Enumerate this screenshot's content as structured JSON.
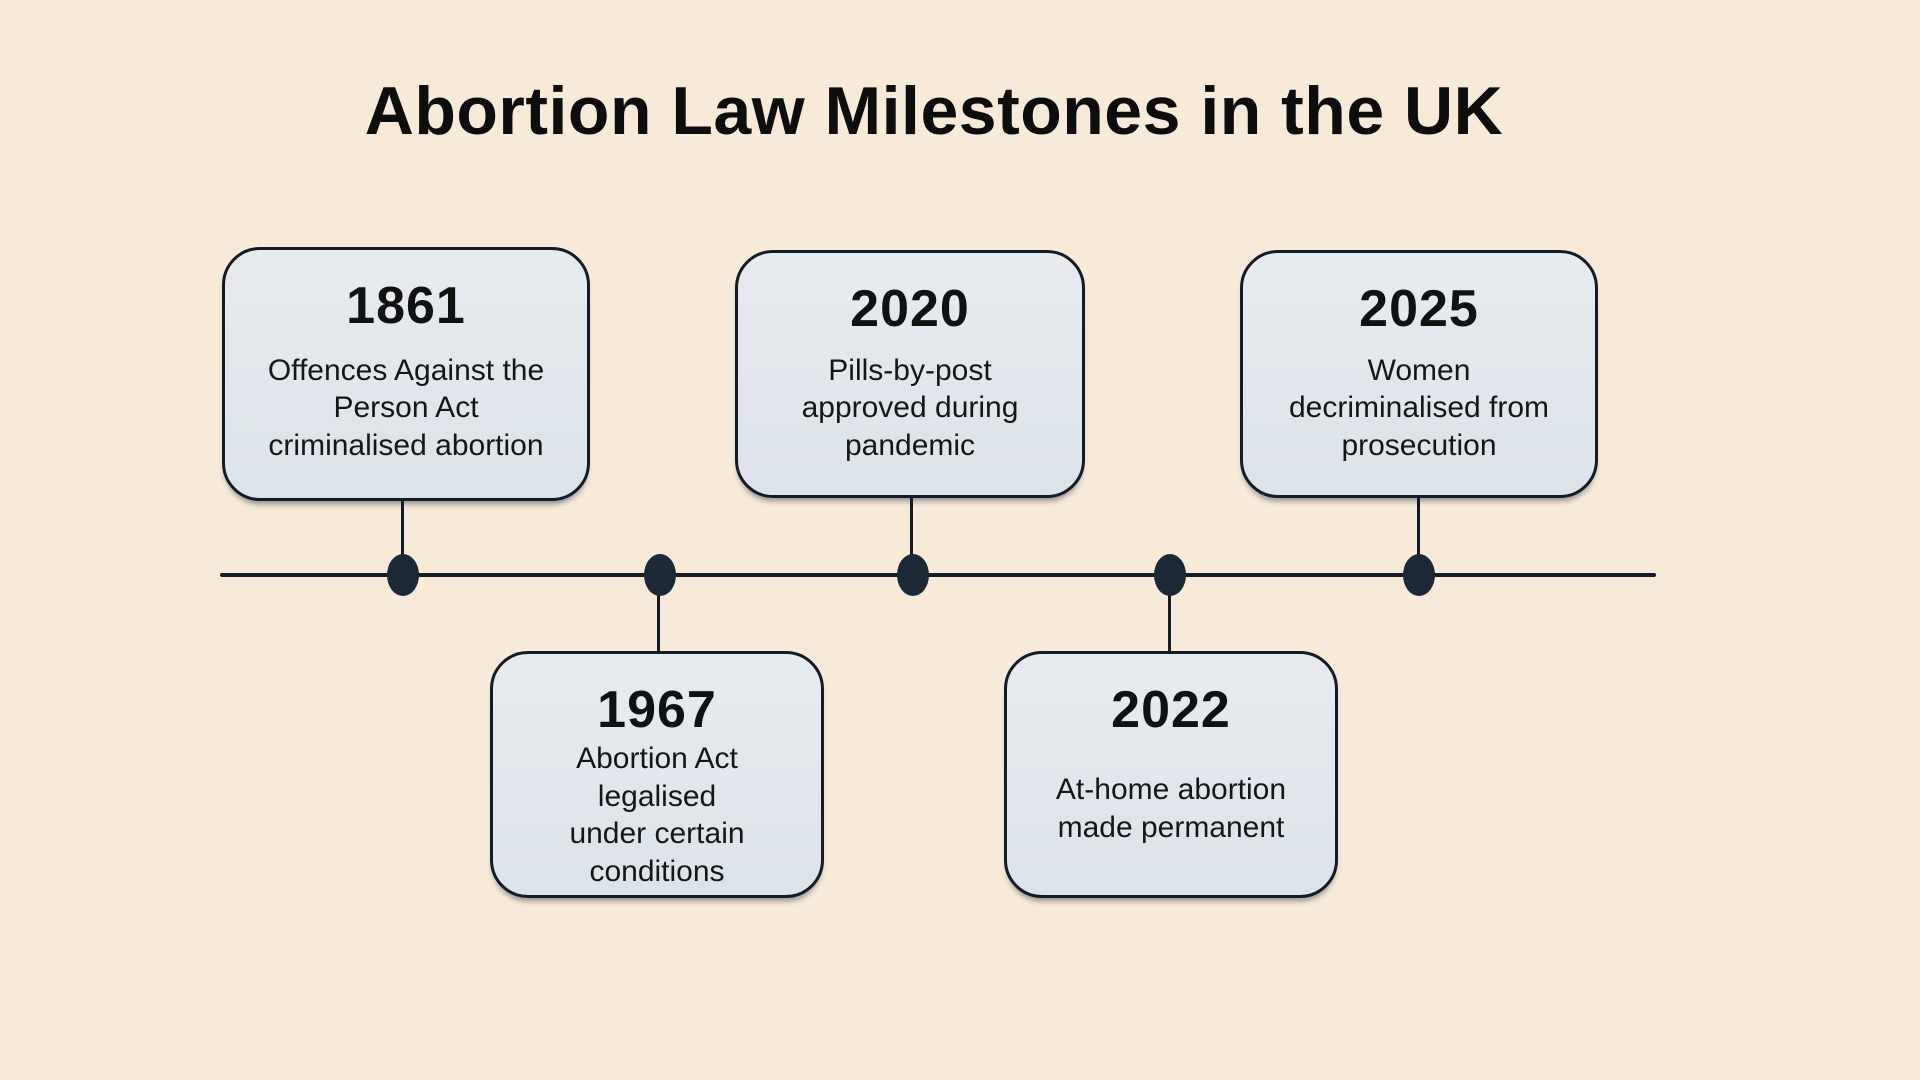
{
  "title": "Abortion Law Milestones in the UK",
  "theme": {
    "background_color": "#f7ead9",
    "card_fill_color": "#e0e6ea",
    "card_border_color": "#131b29",
    "axis_color": "#151b27",
    "dot_color": "#1d2837",
    "text_color": "#121212"
  },
  "timeline": {
    "milestones": [
      {
        "year": "1861",
        "description": "Offences Against the\nPerson Act\ncriminalised abortion",
        "position": "above"
      },
      {
        "year": "1967",
        "description": "Abortion Act legalised\nunder certain\nconditions",
        "position": "below"
      },
      {
        "year": "2020",
        "description": "Pills-by-post\napproved during\npandemic",
        "position": "above"
      },
      {
        "year": "2022",
        "description": "At-home abortion\nmade permanent",
        "position": "below"
      },
      {
        "year": "2025",
        "description": "Women\ndecriminalised from\nprosecution",
        "position": "above"
      }
    ]
  }
}
